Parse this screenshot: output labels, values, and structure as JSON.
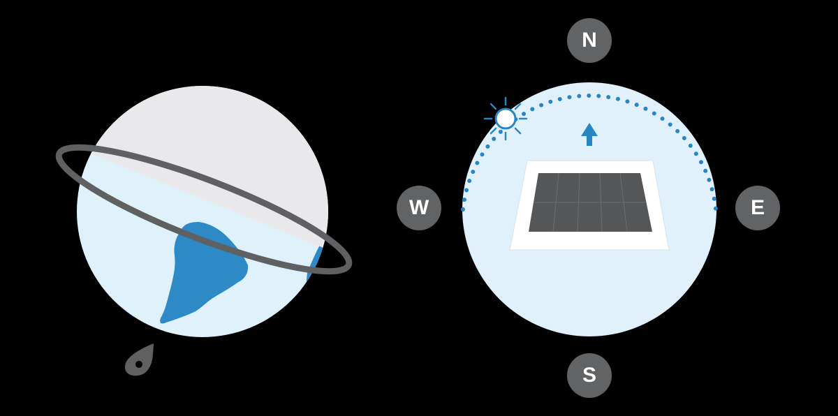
{
  "figure": {
    "left_panel": {
      "description": "globe with tilted orbit ring and location pin",
      "icons": [
        "globe-icon",
        "orbit-ring-icon",
        "location-pin-icon"
      ]
    },
    "right_panel": {
      "description": "solar panel facing north with sun path",
      "icons": [
        "sun-icon",
        "north-arrow-icon",
        "solar-panel-icon",
        "sun-path-dots"
      ],
      "compass": {
        "north": "N",
        "south": "S",
        "east": "E",
        "west": "W"
      }
    }
  },
  "colors": {
    "background": "#000000",
    "globe_light": "#e9e9eb",
    "ocean": "#dff1fb",
    "land": "#2d8ac7",
    "ring": "#5f6062",
    "compass_badge": "#626365",
    "panel_cells": "#555658"
  }
}
